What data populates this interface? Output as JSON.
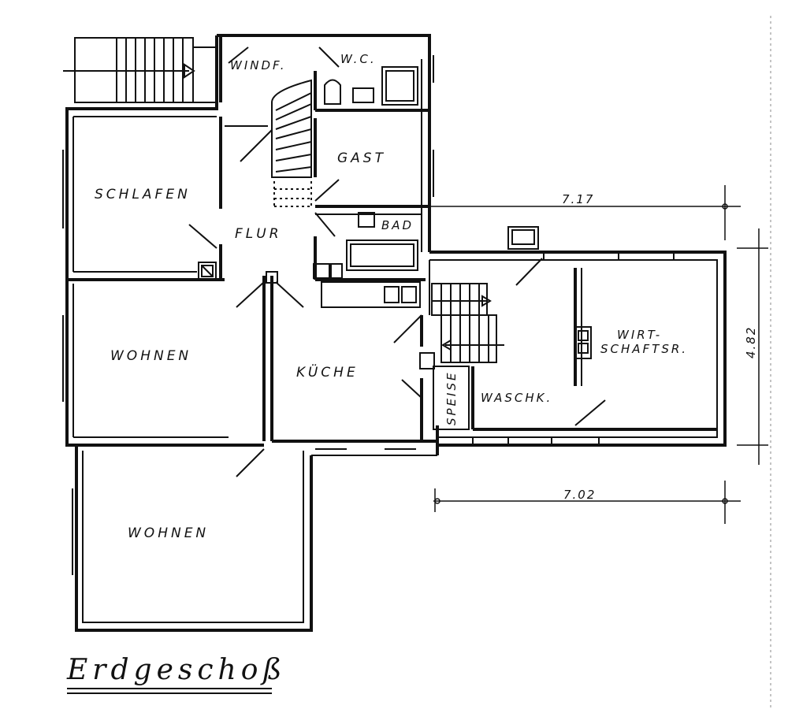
{
  "title": "Erdgeschoß",
  "rooms": {
    "schlafen": "SCHLAFEN",
    "windf": "WINDF.",
    "wc": "W.C.",
    "gast": "GAST",
    "flur": "FLUR",
    "bad": "BAD",
    "wohnen1": "WOHNEN",
    "kueche": "KÜCHE",
    "wohnen2": "WOHNEN",
    "wirt1": "WIRT-",
    "wirt2": "SCHAFTSR.",
    "waschk": "WASCHK.",
    "speise": "SPEISE"
  },
  "dimensions": {
    "top": "7.17",
    "bottom": "7.02",
    "right": "4.82"
  }
}
